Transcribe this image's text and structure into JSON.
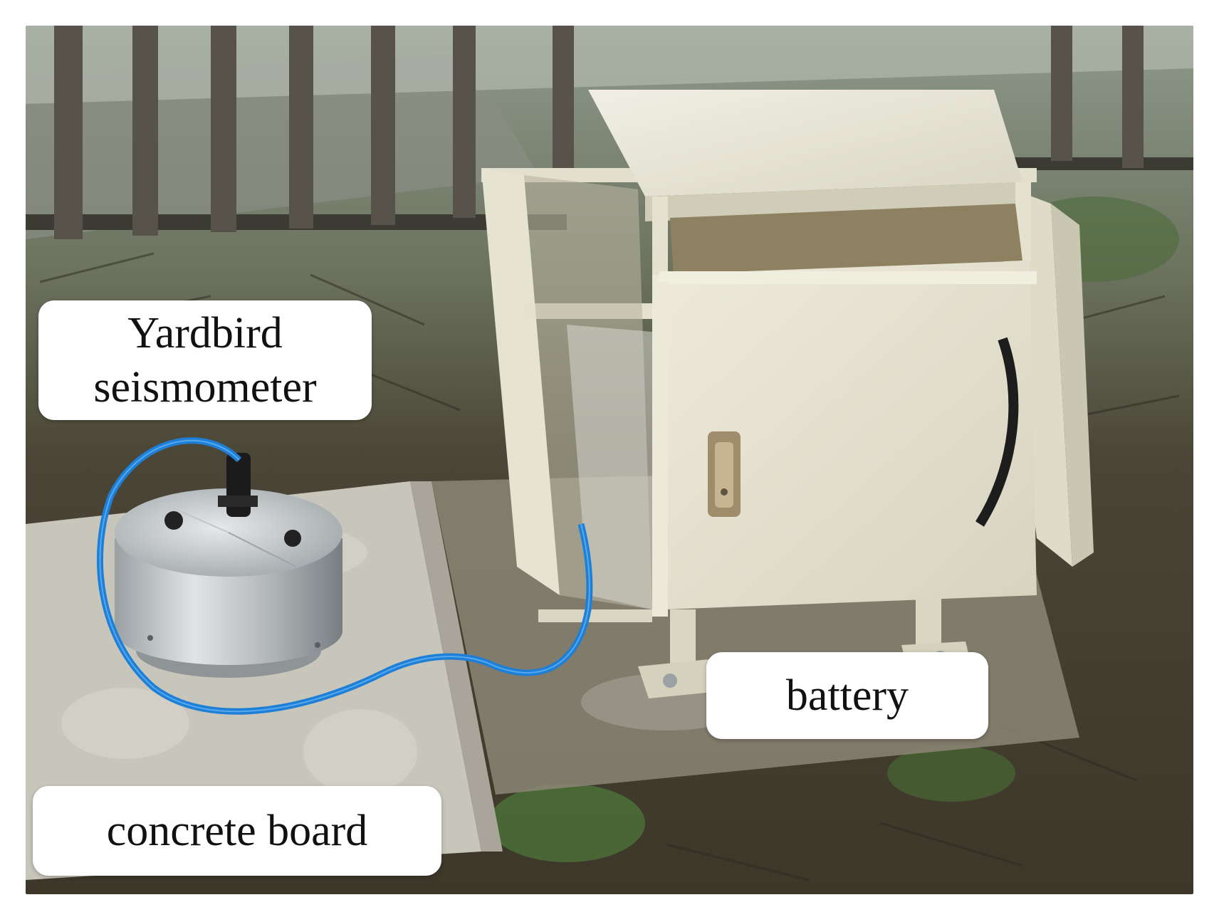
{
  "labels": {
    "seismometer_line1": "Yardbird",
    "seismometer_line2": "seismometer",
    "battery": "battery",
    "concrete": "concrete board"
  },
  "colors": {
    "label_bg": "#ffffff",
    "label_text": "#111111",
    "cable": "#1e7fd6",
    "box": "#e9e6d6",
    "steel": "#bfc3c6",
    "soil": "#5b5344",
    "concrete": "#c9c6bd"
  }
}
